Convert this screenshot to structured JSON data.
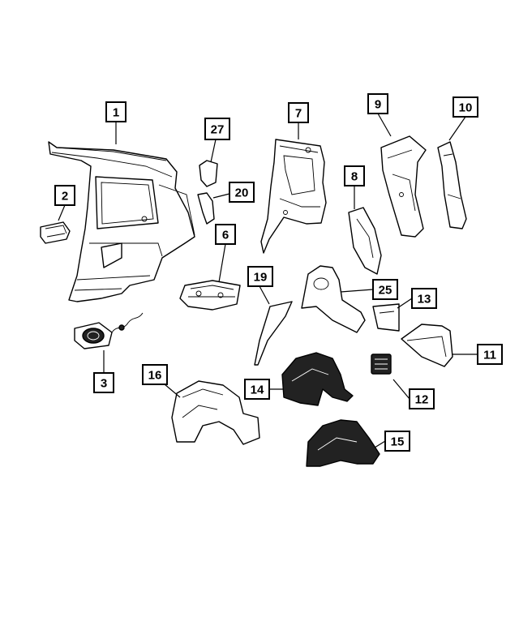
{
  "callouts": [
    {
      "id": "1",
      "label": "1"
    },
    {
      "id": "2",
      "label": "2"
    },
    {
      "id": "3",
      "label": "3"
    },
    {
      "id": "6",
      "label": "6"
    },
    {
      "id": "7",
      "label": "7"
    },
    {
      "id": "8",
      "label": "8"
    },
    {
      "id": "9",
      "label": "9"
    },
    {
      "id": "10",
      "label": "10"
    },
    {
      "id": "11",
      "label": "11"
    },
    {
      "id": "12",
      "label": "12"
    },
    {
      "id": "13",
      "label": "13"
    },
    {
      "id": "14",
      "label": "14"
    },
    {
      "id": "15",
      "label": "15"
    },
    {
      "id": "16",
      "label": "16"
    },
    {
      "id": "19",
      "label": "19"
    },
    {
      "id": "20",
      "label": "20"
    },
    {
      "id": "25",
      "label": "25"
    },
    {
      "id": "27",
      "label": "27"
    }
  ],
  "colors": {
    "line": "#000000",
    "background": "#ffffff",
    "dark_fill": "#222222"
  }
}
